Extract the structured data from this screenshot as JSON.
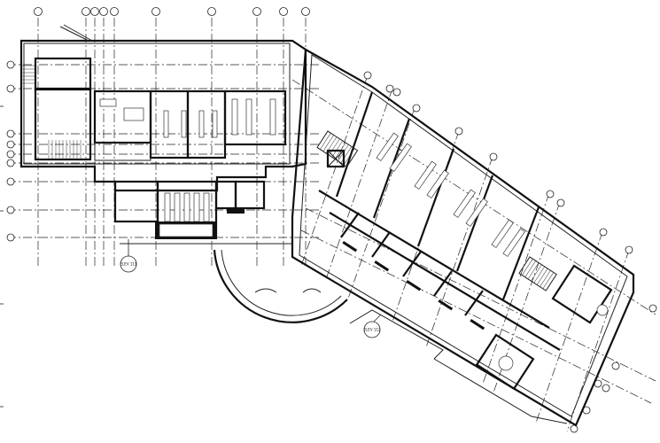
{
  "drawing": {
    "type": "architectural floor plan",
    "grid_bubbles_top": [
      "",
      "",
      "",
      "",
      "",
      "",
      "",
      "",
      "",
      ""
    ],
    "grid_bubbles_left": [
      "",
      "",
      "",
      "",
      "",
      "",
      "",
      "",
      ""
    ],
    "grid_bubbles_diagonal": [
      "",
      "",
      "",
      "",
      "",
      "",
      "",
      "",
      "",
      "",
      "",
      ""
    ],
    "section_tags": {
      "left": "ELEV 111",
      "right": "ELEV 112"
    }
  },
  "colors": {
    "line": "#111111",
    "background": "#ffffff",
    "fill_dark": "#111111"
  }
}
